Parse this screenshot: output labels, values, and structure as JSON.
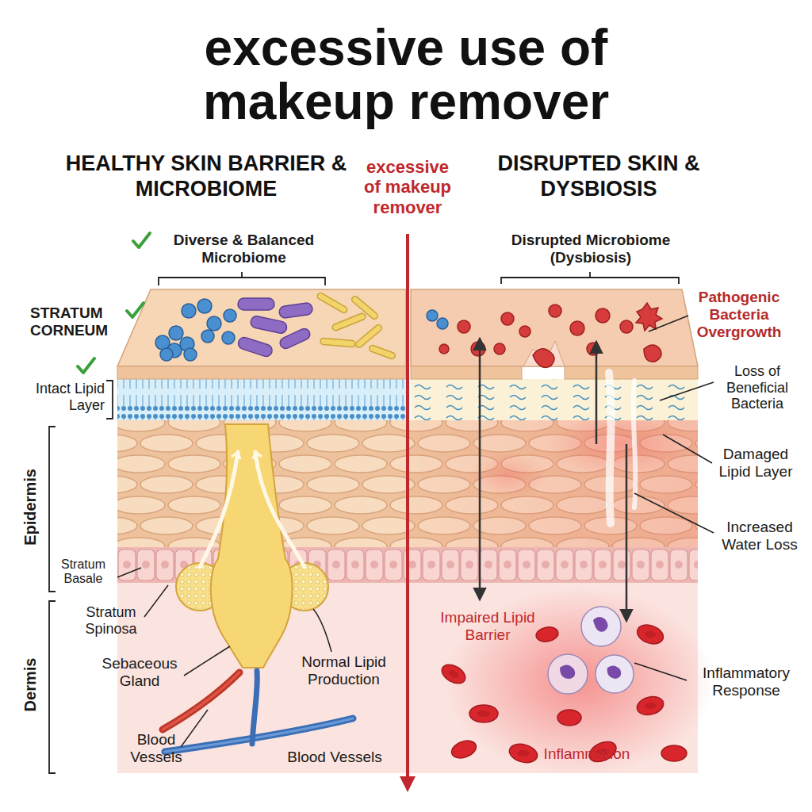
{
  "diagram": {
    "title": "excessive use of makeup remover",
    "nodes": [
      {
        "text": [
          "HEALTHY SKIN BARRIER & MICROBIOME"
        ]
      },
      {
        "text": [
          "DISRUPTED SKIN & DYSBIOSIS"
        ]
      }
    ],
    "labels": [
      "excessive of makeup remover",
      "Diverse & Balanced Microbiome",
      "STRATUM CORNEUM",
      "Intact Lipid Layer",
      "Epidermis",
      "Stratum Basale",
      "Stratum Spinosa",
      "Sebaceous Gland",
      "Normal Lipid Production",
      "Dermis",
      "Blood Vessels",
      "Blood Vessels",
      "Disrupted Microbiome (Dysbiosis)",
      "Pathogenic Bacteria Overgrowth",
      "Loss of Beneficial Bacteria",
      "Damaged Lipid Layer",
      "Increased Water Loss",
      "Impaired Lipid Barrier",
      "Inflammatory Response",
      "Inflammation"
    ]
  }
}
